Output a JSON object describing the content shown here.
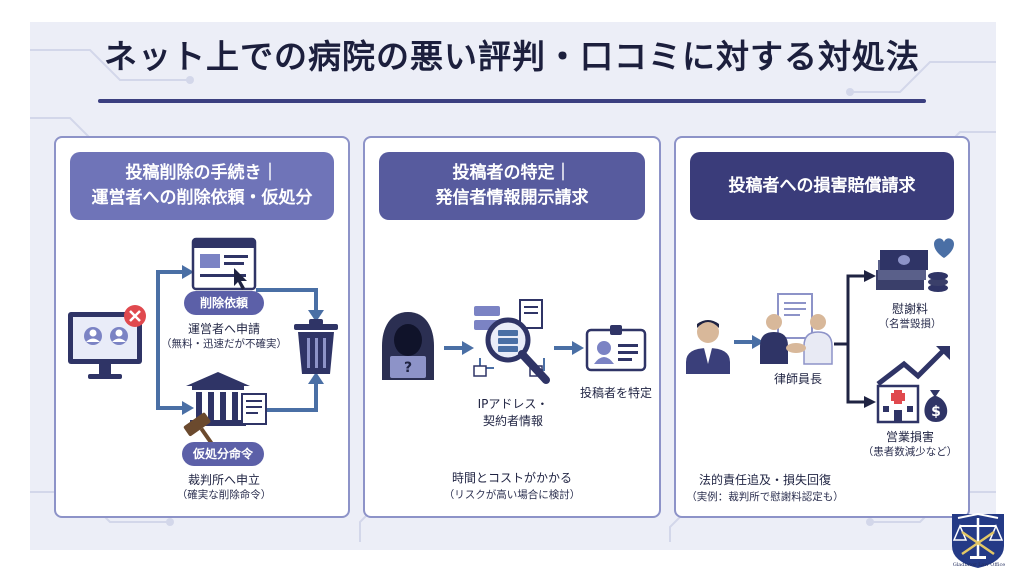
{
  "title": "ネット上での病院の悪い評判・口コミに対する対処法",
  "colors": {
    "primary": "#3a3c7a",
    "header1": "#6f74b8",
    "header2": "#575b9e",
    "accent": "#4a6fa5",
    "alert": "#e0494e"
  },
  "panels": [
    {
      "header": [
        "投稿削除の手続き｜",
        "運営者への削除依頼・仮処分"
      ],
      "step1": {
        "pill": "削除依頼",
        "label": "運営者へ申請",
        "sub": "（無料・迅速だが不確実）"
      },
      "step2": {
        "pill": "仮処分命令",
        "label": "裁判所へ申立",
        "sub": "（確実な削除命令）"
      },
      "icons": [
        "monitor-delete-icon",
        "browser-report-icon",
        "courthouse-gavel-icon",
        "trash-icon"
      ]
    },
    {
      "header": [
        "投稿者の特定｜",
        "発信者情報開示請求"
      ],
      "ip_label": [
        "IPアドレス・",
        "契約者情報"
      ],
      "result_label": "投稿者を特定",
      "note": [
        "時間とコストがかかる",
        "（リスクが高い場合に検討）"
      ],
      "icons": [
        "hooded-hacker-icon",
        "server-search-icon",
        "id-card-icon"
      ]
    },
    {
      "header": [
        "投稿者への損害賠償請求"
      ],
      "lawyer_label": "律師員長",
      "outcome1": {
        "label": "慰謝料",
        "sub": "（名誉毀損）"
      },
      "outcome2": {
        "label": "営業損害",
        "sub": "（患者数減少など）"
      },
      "note": [
        "法的責任追及・損失回復",
        "（実例：裁判所で慰謝料認定も）"
      ],
      "icons": [
        "person-icon",
        "lawyer-handshake-icon",
        "money-heart-icon",
        "hospital-chart-icon"
      ]
    }
  ],
  "logo": {
    "text": "Gladiator Law Office",
    "icon": "scales-of-justice-icon"
  }
}
